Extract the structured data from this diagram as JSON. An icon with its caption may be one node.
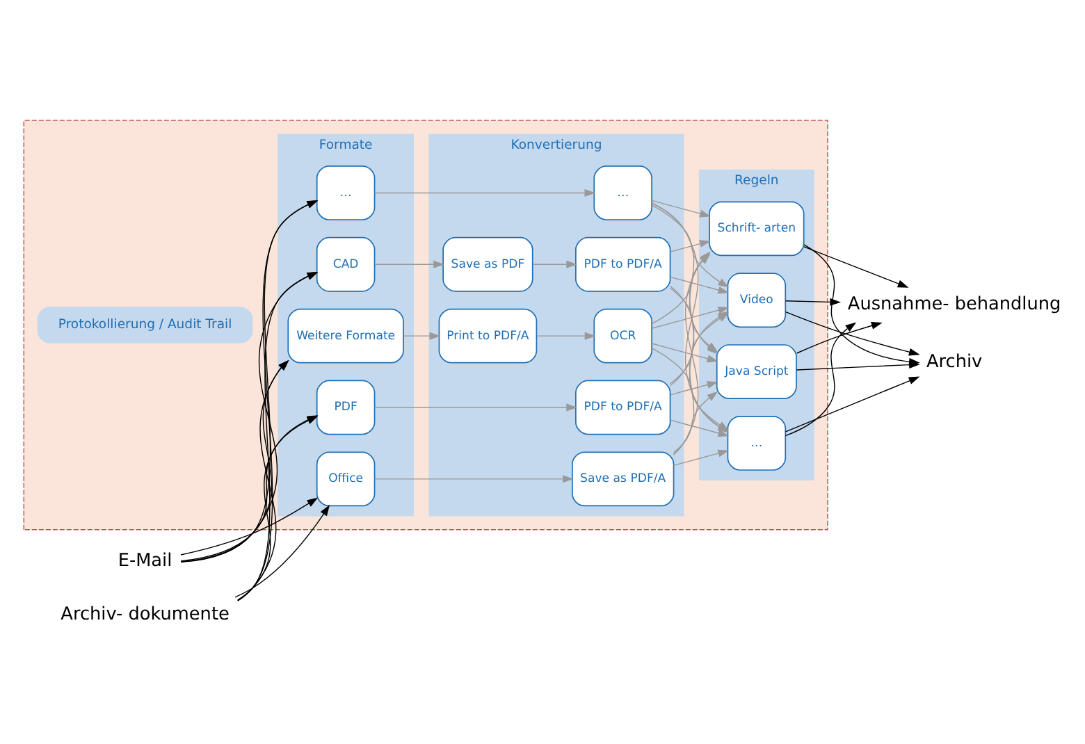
{
  "diagram": {
    "nodes": [
      {
        "text": [],
        "shape": "box"
      },
      {
        "text": [
          "Protokollierung / Audit Trail"
        ],
        "in": 0
      },
      {
        "text": [
          "Formate"
        ],
        "in": 0
      },
      {
        "text": [
          "Office"
        ],
        "in": 2
      },
      {
        "text": [
          "PDF"
        ],
        "in": 2
      },
      {
        "text": [
          "CAD"
        ],
        "in": 2
      },
      {
        "text": [
          "Weitere Formate"
        ],
        "in": 2
      },
      {
        "text": [
          "…"
        ],
        "in": 2
      },
      {
        "text": [
          "Konvertierung"
        ],
        "in": 0
      },
      {
        "text": [
          "Save as PDF/A"
        ],
        "in": 8
      },
      {
        "text": [
          "PDF to PDF/A"
        ],
        "in": 8
      },
      {
        "text": [
          "Save as PDF"
        ],
        "in": 8
      },
      {
        "text": [
          "PDF to PDF/A"
        ],
        "in": 8
      },
      {
        "text": [
          "Print to PDF/A"
        ],
        "in": 8
      },
      {
        "text": [
          "OCR"
        ],
        "in": 8
      },
      {
        "text": [
          "…"
        ],
        "in": 8
      },
      {
        "text": [
          "Regeln"
        ],
        "in": 0
      },
      {
        "text": [
          "Schrift- arten"
        ],
        "in": 16
      },
      {
        "text": [
          "Video"
        ],
        "in": 16
      },
      {
        "text": [
          "Java Script"
        ],
        "in": 16
      },
      {
        "text": [
          "…"
        ],
        "in": 16
      },
      {
        "text": [
          "E-Mail"
        ]
      },
      {
        "text": [
          "Archiv- dokumente"
        ]
      },
      {
        "text": [
          "Ausnahme- behandlung"
        ]
      },
      {
        "text": [
          "Archiv"
        ]
      }
    ],
    "edges": [
      {
        "from": 21,
        "to": 3,
        "arrow": "to",
        "color": "#000000"
      },
      {
        "from": 21,
        "to": 4,
        "arrow": "to",
        "color": "#000000"
      },
      {
        "from": 21,
        "to": 5,
        "arrow": "to",
        "color": "#000000"
      },
      {
        "from": 21,
        "to": 6,
        "arrow": "to",
        "color": "#000000"
      },
      {
        "from": 21,
        "to": 7,
        "arrow": "to",
        "color": "#000000"
      },
      {
        "from": 22,
        "to": 3,
        "arrow": "to",
        "color": "#000000"
      },
      {
        "from": 22,
        "to": 4,
        "arrow": "to",
        "color": "#000000"
      },
      {
        "from": 22,
        "to": 5,
        "arrow": "to",
        "color": "#000000"
      },
      {
        "from": 22,
        "to": 6,
        "arrow": "to",
        "color": "#000000"
      },
      {
        "from": 22,
        "to": 7,
        "arrow": "to",
        "color": "#000000"
      },
      {
        "from": 3,
        "to": 9,
        "arrow": "to"
      },
      {
        "from": 4,
        "to": 10,
        "arrow": "to"
      },
      {
        "from": 5,
        "to": 11,
        "arrow": "to"
      },
      {
        "from": 6,
        "to": 13,
        "arrow": "to"
      },
      {
        "from": 7,
        "to": 15,
        "arrow": "to"
      },
      {
        "from": 11,
        "to": 12,
        "arrow": "to"
      },
      {
        "from": 13,
        "to": 14,
        "arrow": "to"
      },
      {
        "from": 9,
        "to": 17,
        "arrow": "to"
      },
      {
        "from": 9,
        "to": 18,
        "arrow": "to"
      },
      {
        "from": 9,
        "to": 19,
        "arrow": "to"
      },
      {
        "from": 9,
        "to": 20,
        "arrow": "to"
      },
      {
        "from": 10,
        "to": 17,
        "arrow": "to"
      },
      {
        "from": 10,
        "to": 18,
        "arrow": "to"
      },
      {
        "from": 10,
        "to": 19,
        "arrow": "to"
      },
      {
        "from": 10,
        "to": 20,
        "arrow": "to"
      },
      {
        "from": 12,
        "to": 17,
        "arrow": "to"
      },
      {
        "from": 12,
        "to": 18,
        "arrow": "to"
      },
      {
        "from": 12,
        "to": 19,
        "arrow": "to"
      },
      {
        "from": 12,
        "to": 20,
        "arrow": "to"
      },
      {
        "from": 14,
        "to": 17,
        "arrow": "to"
      },
      {
        "from": 14,
        "to": 18,
        "arrow": "to"
      },
      {
        "from": 14,
        "to": 19,
        "arrow": "to"
      },
      {
        "from": 14,
        "to": 20,
        "arrow": "to"
      },
      {
        "from": 15,
        "to": 17,
        "arrow": "to"
      },
      {
        "from": 15,
        "to": 18,
        "arrow": "to"
      },
      {
        "from": 15,
        "to": 19,
        "arrow": "to"
      },
      {
        "from": 15,
        "to": 20,
        "arrow": "to"
      },
      {
        "from": 17,
        "to": 23,
        "arrow": "to",
        "color": "#000000"
      },
      {
        "from": 18,
        "to": 23,
        "arrow": "to",
        "color": "#000000"
      },
      {
        "from": 19,
        "to": 23,
        "arrow": "to",
        "color": "#000000"
      },
      {
        "from": 20,
        "to": 23,
        "arrow": "to",
        "color": "#000000"
      },
      {
        "from": 17,
        "to": 24,
        "arrow": "to",
        "color": "#000000"
      },
      {
        "from": 18,
        "to": 24,
        "arrow": "to",
        "color": "#000000"
      },
      {
        "from": 19,
        "to": 24,
        "arrow": "to",
        "color": "#000000"
      },
      {
        "from": 20,
        "to": 24,
        "arrow": "to",
        "color": "#000000"
      }
    ]
  }
}
